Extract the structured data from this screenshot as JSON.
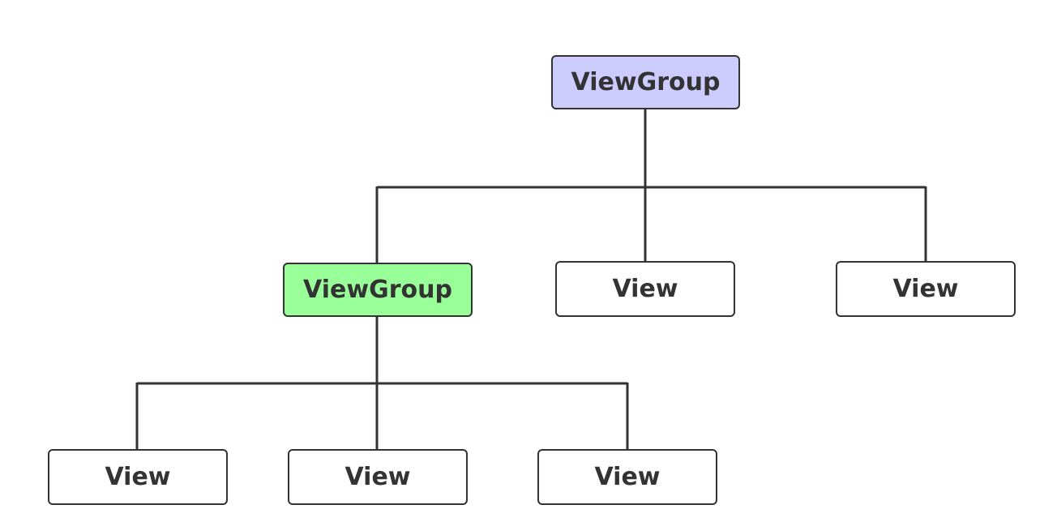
{
  "colors": {
    "root_fill": "#ccccff",
    "group_fill": "#99ff99",
    "leaf_fill": "#ffffff",
    "stroke": "#333333"
  },
  "nodes": {
    "root": {
      "label": "ViewGroup"
    },
    "group": {
      "label": "ViewGroup"
    },
    "level1_view_middle": {
      "label": "View"
    },
    "level1_view_right": {
      "label": "View"
    },
    "level2_view_left": {
      "label": "View"
    },
    "level2_view_middle": {
      "label": "View"
    },
    "level2_view_right": {
      "label": "View"
    }
  }
}
